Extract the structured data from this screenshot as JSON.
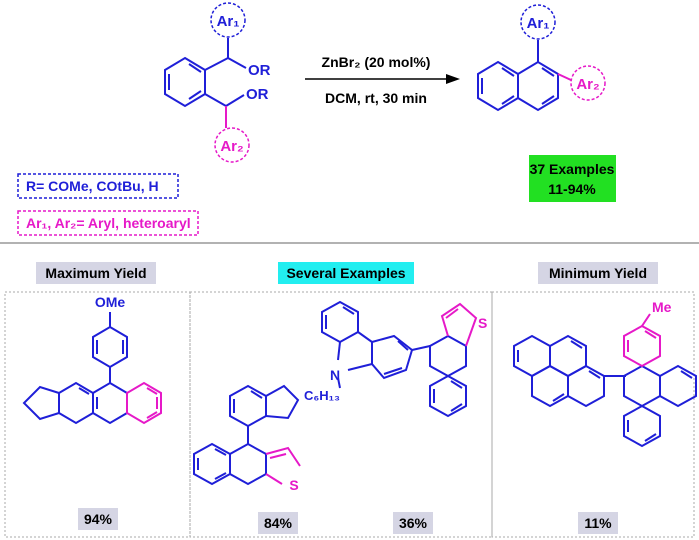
{
  "reaction": {
    "reagent": "ZnBr₂ (20 mol%)",
    "conditions": "DCM, rt, 30 min",
    "substituent_or": "OR",
    "ar1": "Ar₁",
    "ar2": "Ar₂",
    "r_definition": "R= COMe, COtBu, H",
    "ar_definition": "Ar₁, Ar₂= Aryl, heteroaryl",
    "scope_count": "37 Examples",
    "scope_yield": "11-94%"
  },
  "panels": {
    "max_title": "Maximum Yield",
    "several_title": "Several Examples",
    "min_title": "Minimum Yield"
  },
  "examples": {
    "ome_label": "OMe",
    "me_label": "Me",
    "n_label": "N",
    "s_label": "S",
    "hexyl_label": "C₆H₁₃",
    "yield_max": "94%",
    "yield_several_1": "84%",
    "yield_several_2": "36%",
    "yield_min": "11%"
  },
  "colors": {
    "blue": "#1f1fd8",
    "magenta": "#e619c8",
    "green": "#22e022",
    "cyan": "#22eef0",
    "label_bg": "#d5d5e4"
  }
}
